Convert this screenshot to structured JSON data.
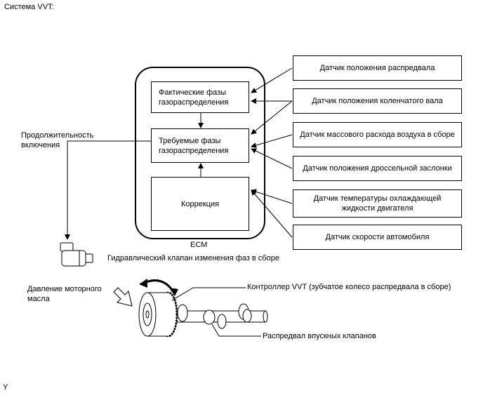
{
  "header": {
    "title": "Система VVT:"
  },
  "ecm": {
    "label": "ECM",
    "actual_phases": "Фактические фазы газораспределения",
    "target_phases": "Требуемые фазы газораспределения",
    "correction": "Коррекция"
  },
  "sensors": [
    "Датчик положения распредвала",
    "Датчик положения коленчатого вала",
    "Датчик массового расхода воздуха в сборе",
    "Датчик положения дроссельной заслонки",
    "Датчик температуры охлаждающей жидкости двигателя",
    "Датчик скорости автомобиля"
  ],
  "labels": {
    "duty": "Продолжительность включения",
    "ocv": "Гидравлический клапан изменения фаз в сборе",
    "oil_pressure": "Давление моторного масла",
    "controller": "Контроллер VVT (зубчатое колесо распредвала в сборе)",
    "camshaft": "Распредвал впускных клапанов"
  },
  "footer": {
    "mark": "Y"
  }
}
